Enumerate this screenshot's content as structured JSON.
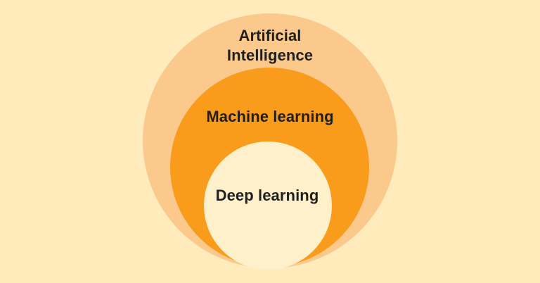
{
  "canvas": {
    "background": "#FFEBBC",
    "text_color": "#1F1F1F"
  },
  "diagram_type": "nested-circles",
  "rings": [
    {
      "level": "outer",
      "label": "Artificial Intelligence",
      "color": "#FBC98C"
    },
    {
      "level": "middle",
      "label": "Machine learning",
      "color": "#FA9C1B"
    },
    {
      "level": "inner",
      "label": "Deep learning",
      "color": "#FEF0CA"
    }
  ]
}
